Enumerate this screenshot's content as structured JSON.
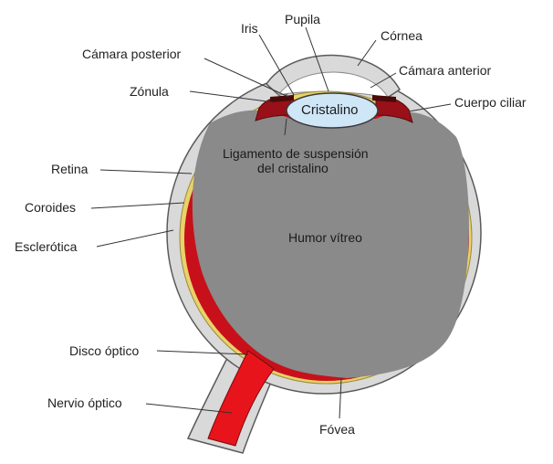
{
  "labels": {
    "iris": "Iris",
    "pupila": "Pupila",
    "cornea": "Córnea",
    "camara_posterior": "Cámara posterior",
    "camara_anterior": "Cámara anterior",
    "zonula": "Zónula",
    "cuerpo_ciliar": "Cuerpo ciliar",
    "cristalino": "Cristalino",
    "ligamento_line1": "Ligamento de suspensión",
    "ligamento_line2": "del cristalino",
    "retina": "Retina",
    "coroides": "Coroides",
    "esclerotica": "Esclerótica",
    "humor_vitreo": "Humor vítreo",
    "disco_optico": "Disco óptico",
    "nervio_optico": "Nervio óptico",
    "fovea": "Fóvea"
  },
  "colors": {
    "sclera": "#d9d9d9",
    "outline": "#5a5a5a",
    "choroid": "#e8d26a",
    "retina": "#c8101a",
    "vitreous": "#8a8a8a",
    "lens": "#cfe6f7",
    "nerve": "#e8141c",
    "anterior_chamber": "#ffffff"
  }
}
